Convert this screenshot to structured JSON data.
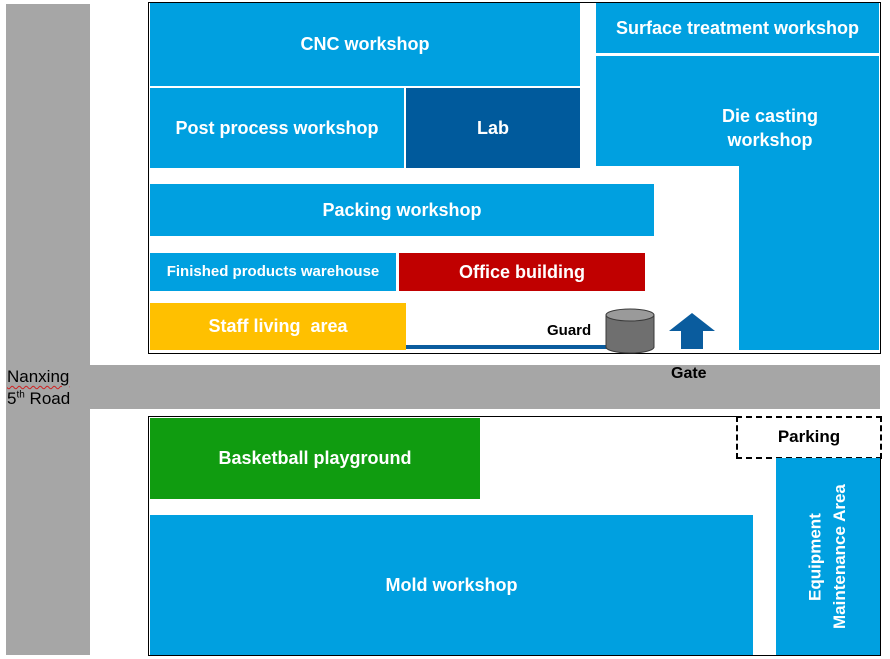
{
  "road": {
    "name_line1": "Nanxing",
    "name_line2_num": "5",
    "name_line2_suffix": "th",
    "name_line2_rest": " Road"
  },
  "gate": {
    "label": "Gate"
  },
  "guard": {
    "label": "Guard"
  },
  "north_area": {
    "cnc": "CNC workshop",
    "surface": "Surface treatment workshop",
    "post_process": "Post process workshop",
    "lab": "Lab",
    "die_casting_line1": "Die casting",
    "die_casting_line2": "workshop",
    "packing": "Packing workshop",
    "finished_products": "Finished products warehouse",
    "office": "Office building",
    "staff": "Staff living  area"
  },
  "south_area": {
    "parking": "Parking",
    "basketball": "Basketball playground",
    "mold": "Mold workshop",
    "equipment": "Equipment Maintenance Area"
  },
  "colors": {
    "road": "#a6a6a6",
    "workshop_blue": "#00a0e0",
    "lab_blue": "#005a9c",
    "office_red": "#c00000",
    "staff_yellow": "#ffc000",
    "basketball_green": "#109c10",
    "guard_gray": "#6f6f6f",
    "gate_arrow": "#0a5c9e"
  }
}
